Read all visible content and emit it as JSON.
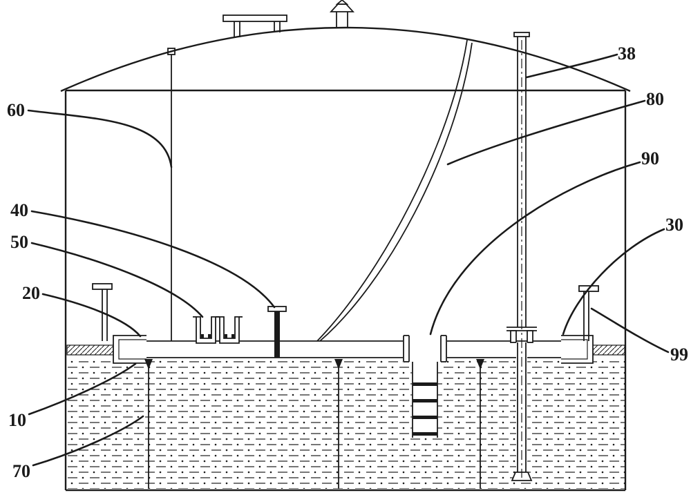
{
  "diagram": {
    "labels": [
      {
        "text": "38"
      },
      {
        "text": "80"
      },
      {
        "text": "90"
      },
      {
        "text": "30"
      },
      {
        "text": "99"
      },
      {
        "text": "60"
      },
      {
        "text": "40"
      },
      {
        "text": "50"
      },
      {
        "text": "20"
      },
      {
        "text": "10"
      },
      {
        "text": "70"
      }
    ]
  },
  "colors": {
    "line": "#1a1a1a",
    "background": "#ffffff"
  }
}
